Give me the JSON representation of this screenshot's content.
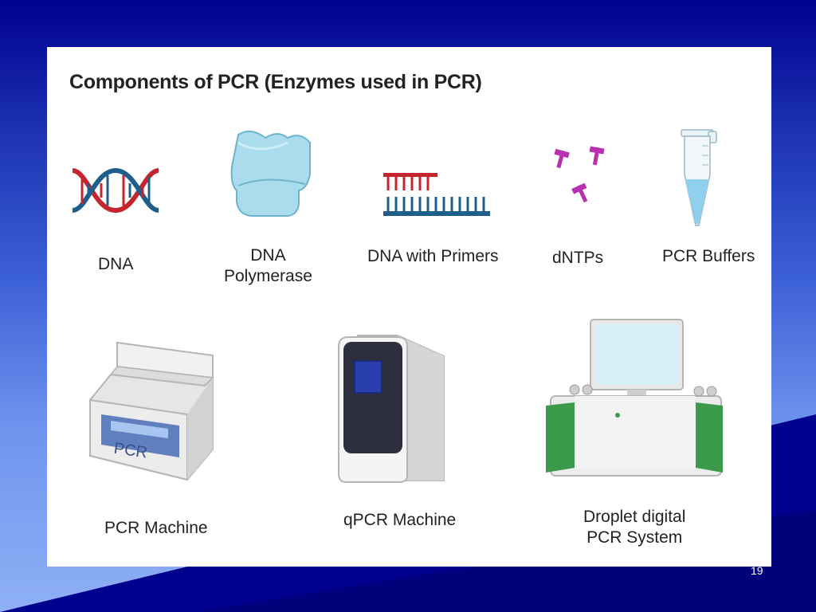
{
  "slide": {
    "title": "Components of PCR (Enzymes used in PCR)",
    "page_number": "19"
  },
  "components_row1": [
    {
      "label": "DNA",
      "icon": "dna-double-helix-icon"
    },
    {
      "label_line1": "DNA",
      "label_line2": "Polymerase",
      "icon": "dna-polymerase-icon"
    },
    {
      "label": "DNA with Primers",
      "icon": "dna-primers-icon"
    },
    {
      "label": "dNTPs",
      "icon": "dntps-icon"
    },
    {
      "label": "PCR Buffers",
      "icon": "pcr-tube-icon"
    }
  ],
  "components_row2": [
    {
      "label": "PCR Machine",
      "icon": "pcr-machine-icon",
      "screen_text": "PCR"
    },
    {
      "label": "qPCR Machine",
      "icon": "qpcr-machine-icon"
    },
    {
      "label_line1": "Droplet digital",
      "label_line2": "PCR System",
      "icon": "ddpcr-system-icon"
    }
  ],
  "colors": {
    "dna_red": "#c4262e",
    "dna_blue": "#1d5f8a",
    "dntp_magenta": "#b82fb0",
    "polymerase_blue": "#a9dcec",
    "machine_green": "#3a9a4a",
    "background_navy": "#00008f"
  }
}
